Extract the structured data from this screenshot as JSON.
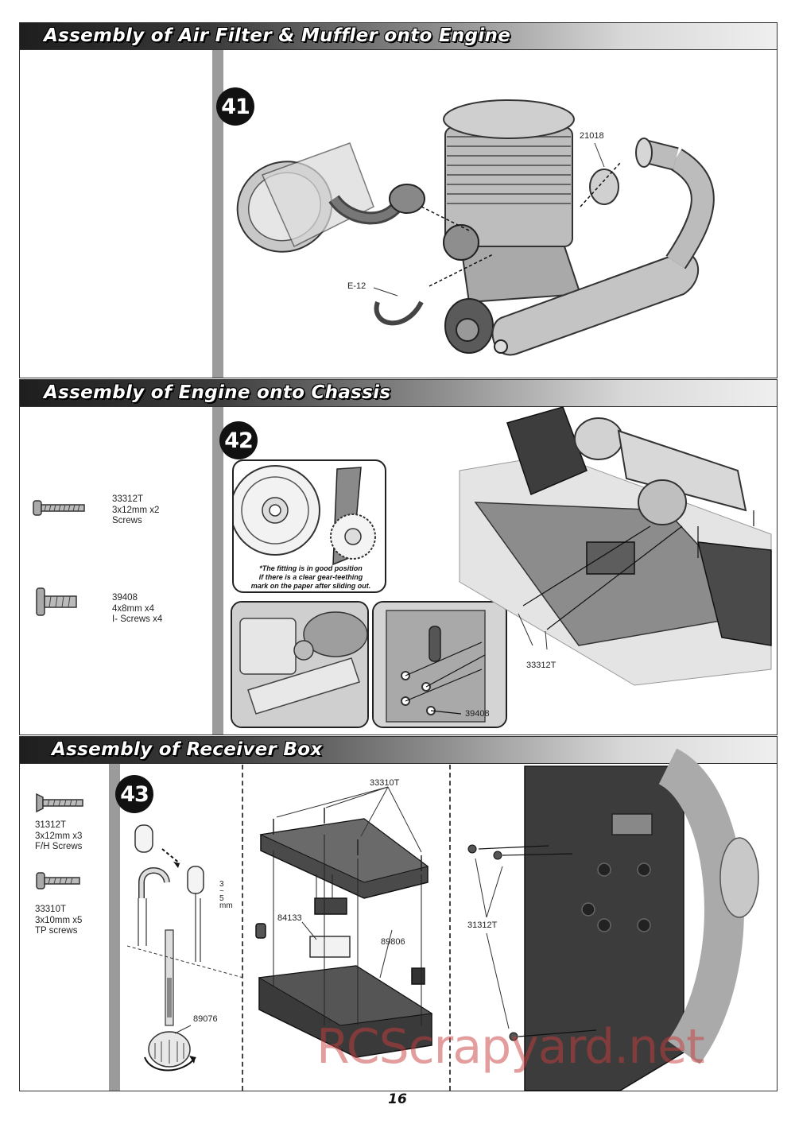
{
  "sections": {
    "air_filter": {
      "title": "Assembly of Air Filter & Muffler onto Engine",
      "step": "41",
      "callouts": {
        "p21018": "21018",
        "e12": "E-12"
      }
    },
    "engine_chassis": {
      "title": "Assembly of Engine onto Chassis",
      "step": "42",
      "parts": [
        {
          "label": "33312T\n3x12mm x2\nScrews"
        },
        {
          "label": "39408\n4x8mm x4\nI- Screws x4"
        }
      ],
      "note": "*The fitting is in good position\nif there is a clear gear-teething\nmark on the paper after sliding out.",
      "callouts": {
        "p39408": "39408",
        "p33312t": "33312T"
      }
    },
    "receiver_box": {
      "title": "Assembly of Receiver Box",
      "step": "43",
      "parts": [
        {
          "label": "31312T\n3x12mm x3\nF/H Screws"
        },
        {
          "label": "33310T\n3x10mm x5\nTP screws"
        }
      ],
      "dimension": "3\n~\n5\nmm",
      "callouts": {
        "p89076": "89076",
        "p33310t": "33310T",
        "p84133": "84133",
        "p89806": "89806",
        "p31312t": "31312T"
      }
    }
  },
  "watermark": "RCScrapyard.net",
  "page_number": "16"
}
